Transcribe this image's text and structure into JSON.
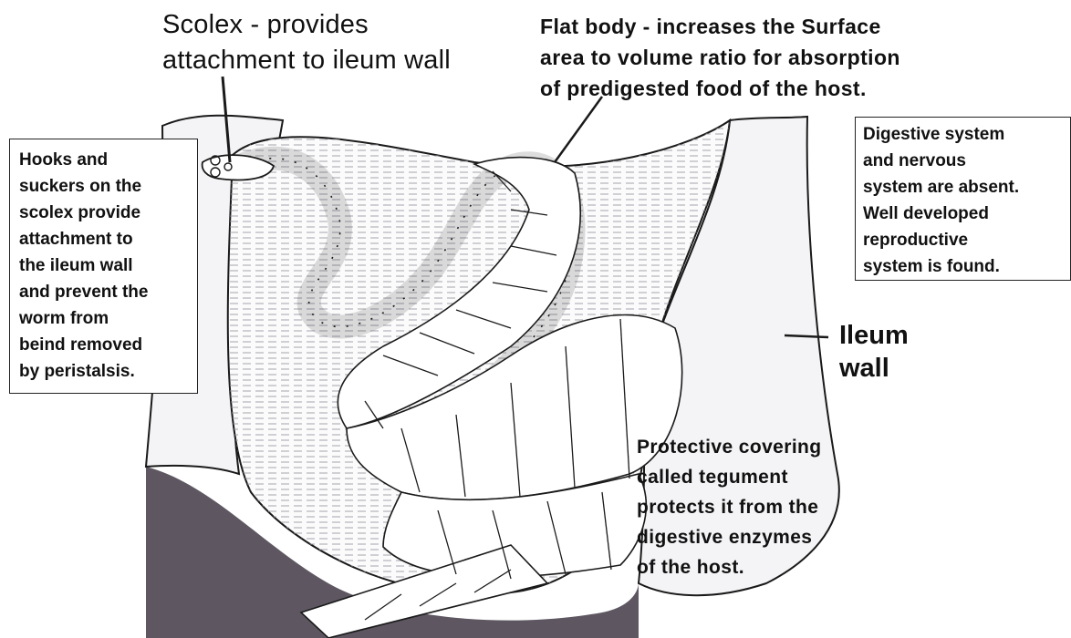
{
  "diagram": {
    "labels": {
      "scolex": "Scolex - provides\nattachment to ileum wall",
      "flat_body": "Flat body - increases the Surface\narea to volume ratio for absorption\nof predigested food of the host.",
      "ileum_wall": "Ileum\nwall",
      "hooks_suckers": "Hooks and\nsuckers on the\nscolex provide\nattachment to\nthe ileum wall\nand prevent the\nworm from\nbeind removed\nby peristalsis.",
      "systems": "Digestive system\nand nervous\nsystem are absent.\nWell developed\nreproductive\nsystem is found.",
      "tegument": "Protective covering\ncalled tegument\nprotects it from the\ndigestive enzymes\nof the host."
    },
    "colors": {
      "ink": "#1a1a1a",
      "wall_shadow": "#5e5762",
      "tissue_line": "#9a9aa3",
      "background": "#ffffff"
    }
  }
}
